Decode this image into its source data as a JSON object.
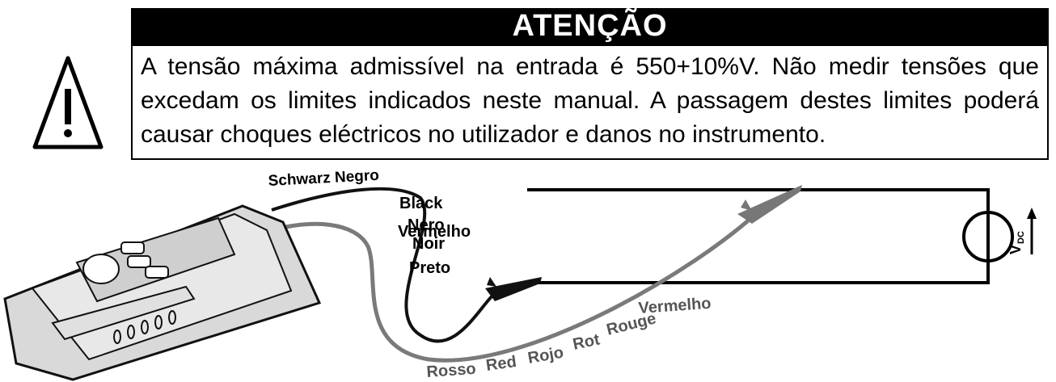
{
  "warning": {
    "title": "ATENÇÃO",
    "text": "A tensão máxima admissível na entrada é 550+10%V. Não medir tensões que excedam os limites indicados neste manual. A passagem destes limites poderá causar choques eléctricos no utilizador e danos no instrumento."
  },
  "icons": {
    "warning": "warning-triangle-icon",
    "source": "dc-voltage-source-icon"
  },
  "colors": {
    "black_lead": "#111111",
    "red_lead": "#7a7a7a"
  },
  "diagram": {
    "black_labels": [
      "Schwarz Negro",
      "Black",
      "Nero",
      "Noir",
      "Preto"
    ],
    "red_labels": [
      "Rosso",
      "Red",
      "Rojo",
      "Rot",
      "Rouge",
      "Vermelho"
    ],
    "overlay_label": "Vermelho",
    "voltage_label": "V",
    "voltage_sub": "DC"
  }
}
